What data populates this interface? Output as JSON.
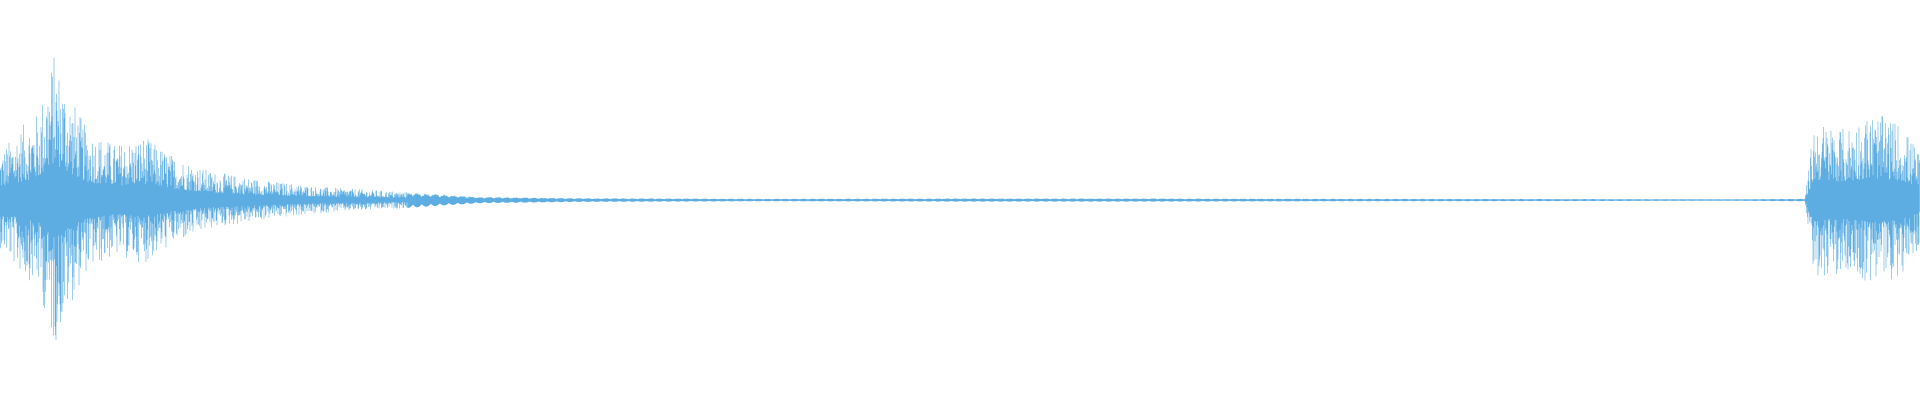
{
  "waveform": {
    "color": "#5dade2",
    "background": "#ffffff",
    "amplitude_envelope": [
      [
        0.0,
        0.3
      ],
      [
        0.01,
        0.45
      ],
      [
        0.02,
        0.55
      ],
      [
        0.028,
        0.92
      ],
      [
        0.035,
        0.7
      ],
      [
        0.045,
        0.45
      ],
      [
        0.06,
        0.35
      ],
      [
        0.075,
        0.4
      ],
      [
        0.09,
        0.28
      ],
      [
        0.11,
        0.18
      ],
      [
        0.14,
        0.12
      ],
      [
        0.17,
        0.08
      ],
      [
        0.2,
        0.06
      ],
      [
        0.23,
        0.035
      ],
      [
        0.25,
        0.02
      ],
      [
        0.3,
        0.012
      ],
      [
        0.4,
        0.008
      ],
      [
        0.5,
        0.01
      ],
      [
        0.6,
        0.01
      ],
      [
        0.7,
        0.008
      ],
      [
        0.8,
        0.007
      ],
      [
        0.9,
        0.005
      ],
      [
        0.94,
        0.008
      ],
      [
        0.945,
        0.5
      ],
      [
        0.96,
        0.45
      ],
      [
        0.975,
        0.55
      ],
      [
        0.99,
        0.48
      ],
      [
        1.0,
        0.3
      ]
    ]
  }
}
